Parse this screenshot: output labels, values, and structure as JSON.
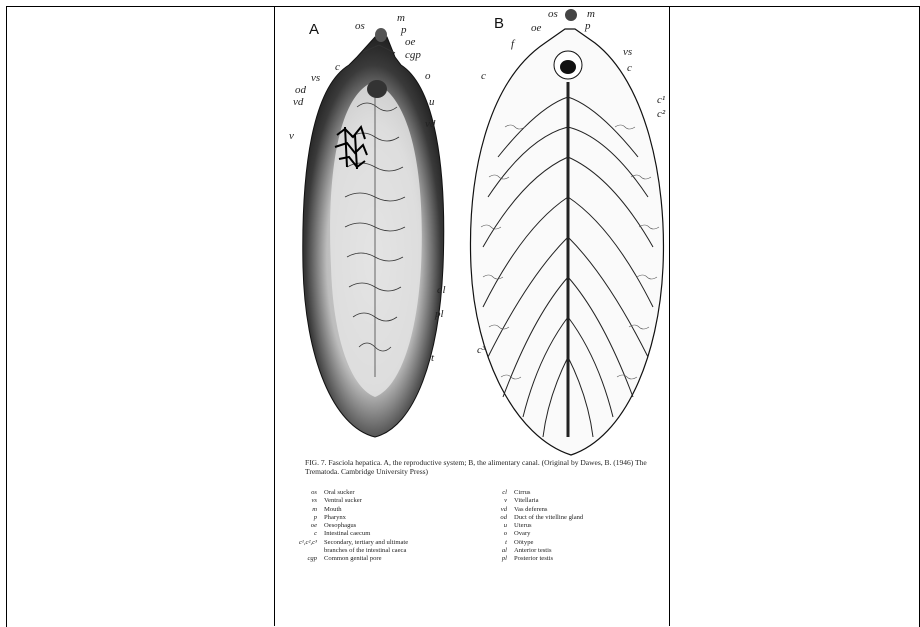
{
  "figure": {
    "panel_a_label": "A",
    "panel_b_label": "B",
    "labels_a": {
      "os": "os",
      "m": "m",
      "p": "p",
      "oe": "oe",
      "cgp": "cgp",
      "c": "c",
      "vs": "vs",
      "o": "o",
      "u": "u",
      "vd": "vd",
      "od": "od",
      "v": "v",
      "al": "al",
      "pl": "pl",
      "t": "t"
    },
    "labels_b": {
      "os": "os",
      "m": "m",
      "oe": "oe",
      "p": "p",
      "f": "f",
      "vs": "vs",
      "c": "c",
      "c2": "c",
      "c1": "c¹",
      "c2b": "c²",
      "c3": "c³"
    },
    "caption": "FIG. 7. Fasciola hepatica. A, the reproductive system; B, the alimentary canal. (Original by Dawes, B. (1946) The Trematoda. Cambridge University Press)",
    "legend_left": [
      {
        "abbr": "os",
        "def": "Oral sucker"
      },
      {
        "abbr": "vs",
        "def": "Ventral sucker"
      },
      {
        "abbr": "m",
        "def": "Mouth"
      },
      {
        "abbr": "p",
        "def": "Pharynx"
      },
      {
        "abbr": "oe",
        "def": "Oesophagus"
      },
      {
        "abbr": "c",
        "def": "Intestinal caecum"
      },
      {
        "abbr": "c¹,c²,c³",
        "def": "Secondary, tertiary and ultimate"
      },
      {
        "abbr": "",
        "def": "branches of the intestinal caeca"
      },
      {
        "abbr": "cgp",
        "def": "Common genital pore"
      }
    ],
    "legend_right": [
      {
        "abbr": "cl",
        "def": "Cirrus"
      },
      {
        "abbr": "v",
        "def": "Vitellaria"
      },
      {
        "abbr": "vd",
        "def": "Vas deferens"
      },
      {
        "abbr": "od",
        "def": "Duct of the vitelline gland"
      },
      {
        "abbr": "u",
        "def": "Uterus"
      },
      {
        "abbr": "o",
        "def": "Ovary"
      },
      {
        "abbr": "t",
        "def": "Oötype"
      },
      {
        "abbr": "al",
        "def": "Anterior testis"
      },
      {
        "abbr": "pl",
        "def": "Posterior testis"
      }
    ]
  }
}
